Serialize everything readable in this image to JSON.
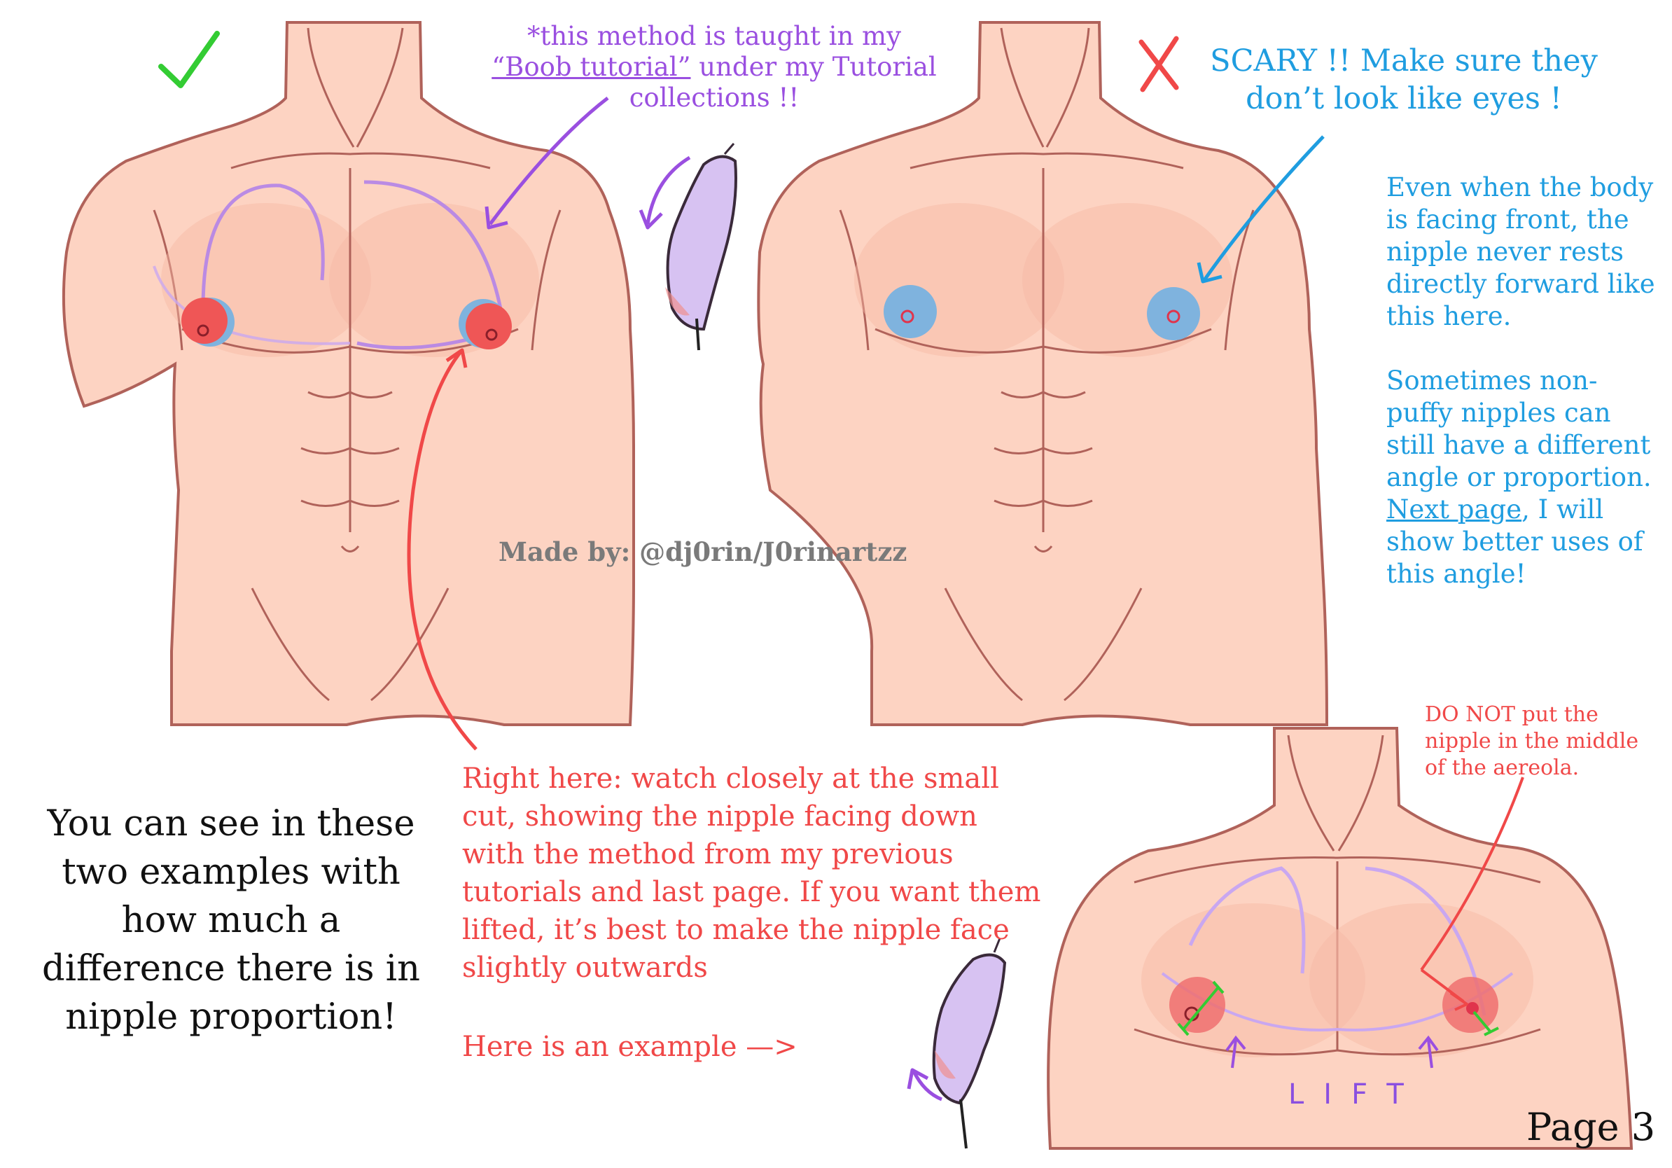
{
  "marks": {
    "check_color": "#33cc33",
    "cross_color": "#f04848"
  },
  "notes": {
    "method_line1": "*this method is taught in my ",
    "method_link": "“Boob tutorial”",
    "method_line2": " under my Tutorial collections !!",
    "scary": "SCARY !! Make sure they don’t look like eyes !",
    "even_when": "Even when the body is facing front, the nipple never rests directly forward like this here.",
    "sometimes_a": "Sometimes non-puffy nipples can still have a different angle or proportion. ",
    "next_page": "Next page",
    "sometimes_b": ", I will show better uses of this angle!",
    "right_here": "Right here: watch closely at the small cut, showing the nipple facing down with the method from my previous tutorials and last page. If you want them lifted, it’s best to make the nipple face slightly outwards",
    "example": "Here is an example —>",
    "do_not": "DO NOT put the nipple in the middle of the aereola.",
    "main": "You can see in these two examples with how much a difference there is in nipple proportion!",
    "lift": "LIFT",
    "credit": "Made by: @dj0rin/J0rinartzz",
    "page": "Page 3"
  },
  "colors": {
    "skin": "#fdd3c2",
    "skin_shade": "#f7b8a5",
    "outline": "#b0625a",
    "purple": "#9a4fe0",
    "blue": "#1f9de0",
    "red": "#f04848",
    "areola_red": "#ef5656",
    "areola_blue": "#7fb3de",
    "lavender": "#d7c2f2",
    "green": "#33cc33"
  }
}
